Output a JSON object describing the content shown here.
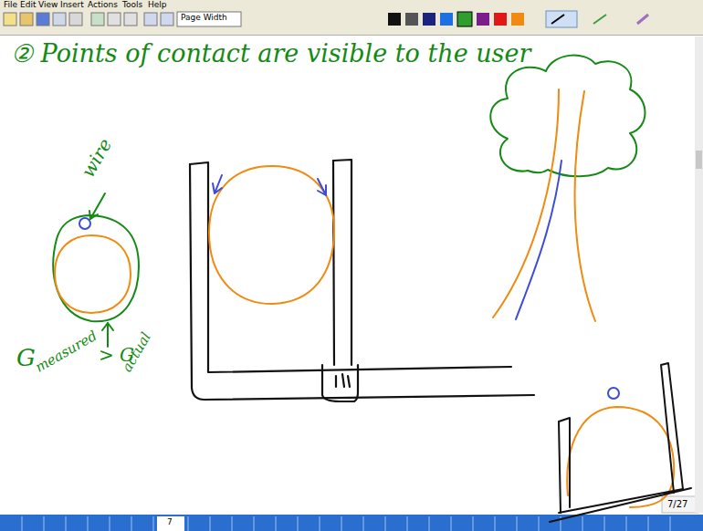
{
  "diagram": {
    "title": "② Points of contact are visible to the user",
    "labels": [
      "File",
      "Edit",
      "View",
      "Insert",
      "Actions",
      "Tools",
      "Help",
      "Page Width",
      "wire",
      "G",
      "measured",
      "> G",
      "actual",
      "7/27",
      "7"
    ]
  }
}
